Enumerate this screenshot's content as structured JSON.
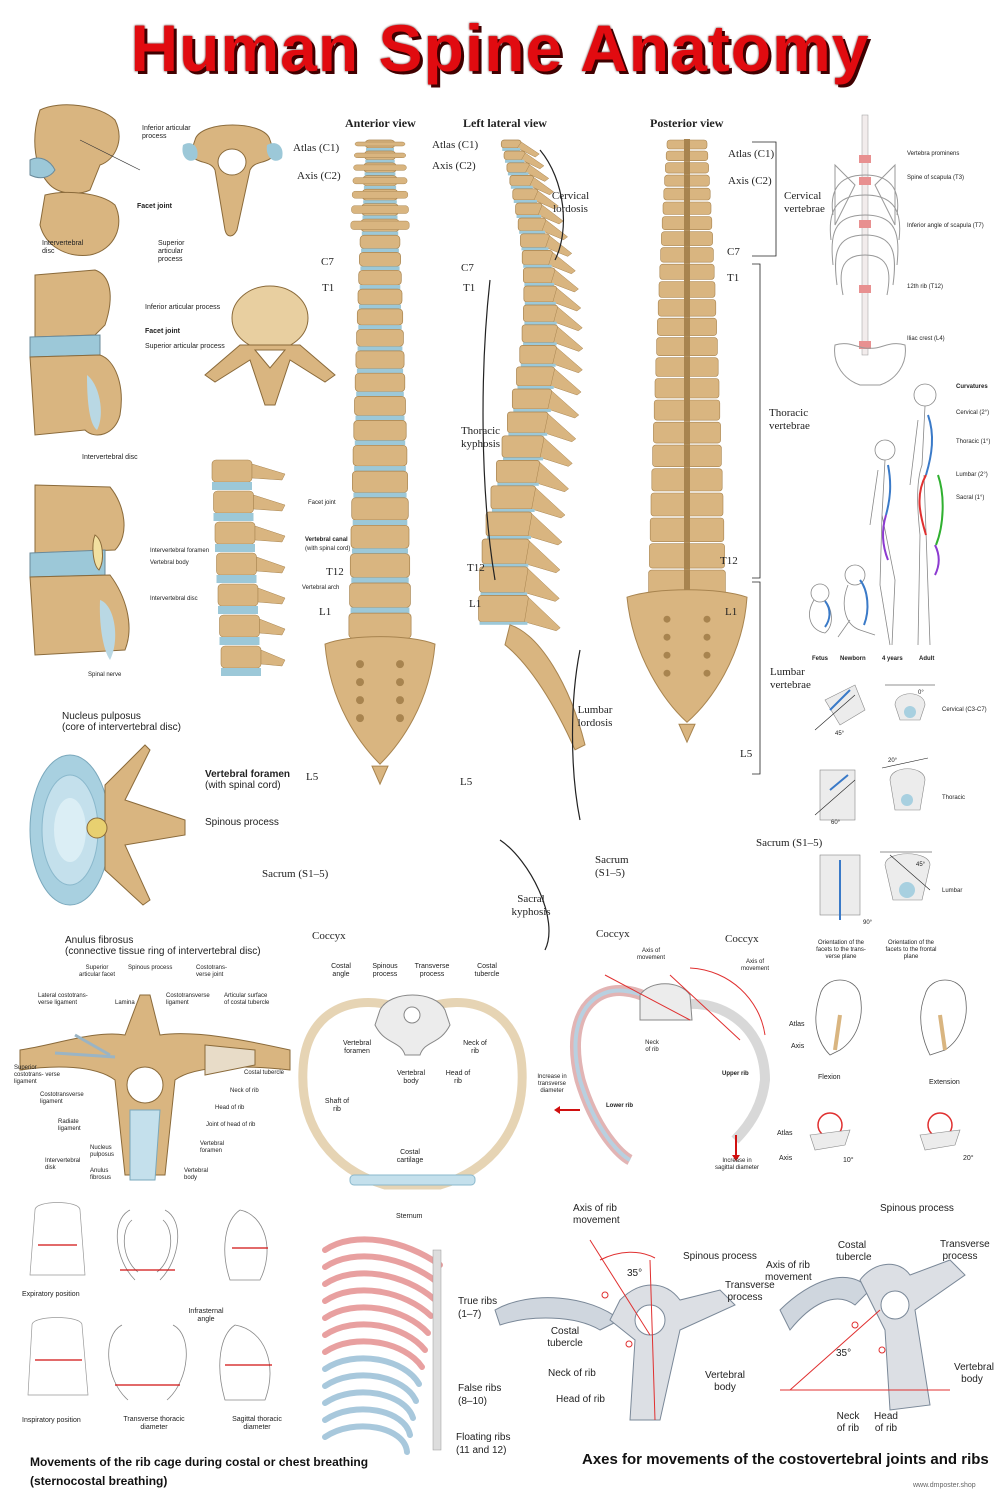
{
  "title": "Human Spine Anatomy",
  "colors": {
    "title": "#e10b10",
    "bone": "#d9b580",
    "bone_dark": "#a8844f",
    "disc": "#9cc8d8",
    "rib_red": "#e8a0a0",
    "rib_blue": "#a8c8dc",
    "arrow": "#d01010"
  },
  "views": {
    "anterior": {
      "heading": "Anterior view",
      "labels": [
        "Atlas (C1)",
        "Axis (C2)",
        "C7",
        "T1",
        "T12",
        "L1",
        "L5",
        "Sacrum (S1–5)",
        "Coccyx"
      ]
    },
    "lateral": {
      "heading": "Left lateral view",
      "labels": [
        "Atlas (C1)",
        "Axis (C2)",
        "C7",
        "T1",
        "T12",
        "L1",
        "L5",
        "Sacrum (S1–5)",
        "Coccyx"
      ],
      "curves": [
        "Cervical lordosis",
        "Thoracic kyphosis",
        "Lumbar lordosis",
        "Sacral kyphosis"
      ]
    },
    "posterior": {
      "heading": "Posterior view",
      "labels": [
        "Atlas (C1)",
        "Axis (C2)",
        "C7",
        "T1",
        "T12",
        "L1",
        "L5",
        "Sacrum (S1–5)",
        "Coccyx"
      ],
      "regions": [
        "Cervical vertebrae",
        "Thoracic vertebrae",
        "Lumbar vertebrae"
      ]
    }
  },
  "facet": {
    "top": [
      "Inferior articular process",
      "Facet joint",
      "Intervertebral disc",
      "Superior articular process"
    ],
    "mid": [
      "Inferior articular process",
      "Facet joint",
      "Superior articular process",
      "Intervertebral disc"
    ],
    "low": [
      "Intervertebral foramen",
      "Vertebral body",
      "Intervertebral disc",
      "Spinal nerve"
    ],
    "column": [
      "Facet joint",
      "Vertebral canal",
      "(with spinal cord)",
      "Vertebral arch"
    ]
  },
  "disc": {
    "nucleus": "Nucleus pulposus",
    "nucleus_sub": "(core of intervertebral disc)",
    "foramen": "Vertebral foramen",
    "foramen_sub": "(with spinal cord)",
    "spinous": "Spinous process",
    "anulus": "Anulus fibrosus",
    "anulus_sub": "(connective tissue ring of intervertebral disc)"
  },
  "landmarks": [
    "Vertebra prominens",
    "Spine of scapula (T3)",
    "Inferior angle of scapula (T7)",
    "12th rib (T12)",
    "Iliac crest (L4)"
  ],
  "curvatures": {
    "heading": "Curvatures",
    "items": [
      "Cervical (2°)",
      "Thoracic (1°)",
      "Lumbar (2°)",
      "Sacral (1°)"
    ],
    "stages": [
      "Fetus",
      "Newborn",
      "4 years",
      "Adult"
    ]
  },
  "facet_orientation": {
    "items": [
      "Cervical (C3-C7)",
      "Thoracic",
      "Lumbar"
    ],
    "angles": [
      "45°",
      "0°",
      "20°",
      "60°",
      "45°",
      "90°"
    ],
    "captions": [
      "Orientation of the facets to the trans- verse plane",
      "Orientation of the facets to the frontal plane"
    ]
  },
  "head": {
    "labels": [
      "Atlas",
      "Axis",
      "Flexion",
      "Extension",
      "Atlas",
      "Axis"
    ],
    "angles": [
      "10°",
      "20°"
    ]
  },
  "costo": {
    "labels": [
      "Superior articular facet",
      "Spinous process",
      "Costotrans- verse joint",
      "Lateral costotrans- verse ligament",
      "Lamina",
      "Costotransverse ligament",
      "Articular surface of costal tubercle",
      "Superior costotrans- verse ligament",
      "Costal tubercle",
      "Costotransverse ligament",
      "Neck of rib",
      "Radiate ligament",
      "Head of rib",
      "Joint of head of rib",
      "Nucleus pulposus",
      "Vertebral foramen",
      "Intervertebral disk",
      "Anulus fibrosus",
      "Vertebral body"
    ]
  },
  "ribring": {
    "labels": [
      "Costal angle",
      "Spinous process",
      "Transverse process",
      "Costal tubercle",
      "Vertebral foramen",
      "Neck of rib",
      "Vertebral body",
      "Head of rib",
      "Shaft of rib",
      "Costal cartilage",
      "Sternum"
    ]
  },
  "ribmove": {
    "labels": [
      "Axis of movement",
      "Axis of movement",
      "Neck of rib",
      "Upper rib",
      "Lower rib",
      "Increase in transverse diameter",
      "Increase in sagittal diameter"
    ]
  },
  "breathing": {
    "labels": [
      "Expiratory position",
      "Inspiratory position",
      "Infrasternal angle",
      "Transverse thoracic diameter",
      "Sagittal thoracic diameter"
    ],
    "caption": "Movements of the rib cage during costal or chest breathing",
    "caption2": "(sternocostal breathing)"
  },
  "ribcage": {
    "labels": [
      "True ribs",
      "(1–7)",
      "False ribs",
      "(8–10)",
      "Floating ribs",
      "(11 and 12)"
    ]
  },
  "axes": {
    "labels": [
      "Axis of rib movement",
      "Spinous process",
      "Transverse process",
      "35°",
      "Costal tubercle",
      "Neck of rib",
      "Head of rib",
      "Vertebral body",
      "Spinous process",
      "Costal tubercle",
      "Transverse process",
      "Axis of rib movement",
      "35°",
      "Vertebral body",
      "Neck of rib",
      "Head of rib"
    ],
    "caption": "Axes for movements of the costovertebral joints and ribs"
  },
  "watermark": "www.dmposter.shop"
}
